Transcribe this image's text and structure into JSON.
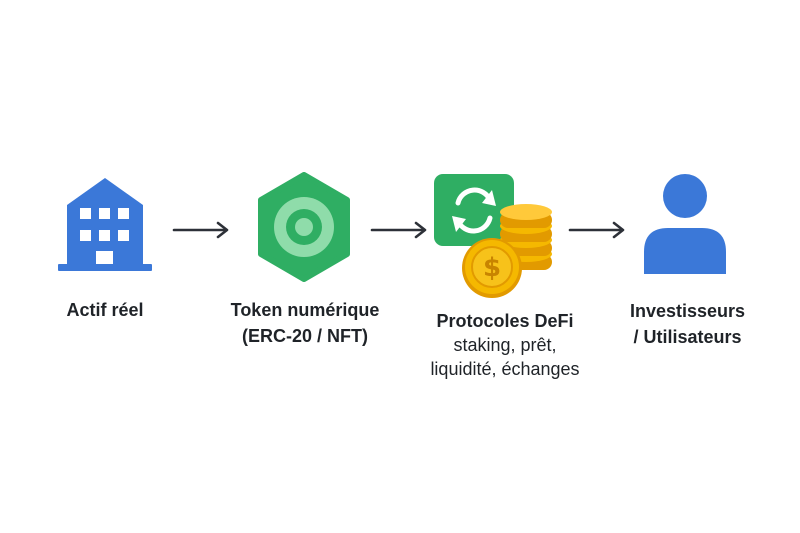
{
  "steps": [
    {
      "icon": "building-icon",
      "title_lines": [
        "Actif réel"
      ],
      "detail_lines": []
    },
    {
      "icon": "token-hexagon-icon",
      "title_lines": [
        "Token numérique",
        "(ERC-20 / NFT)"
      ],
      "detail_lines": []
    },
    {
      "icon": "defi-exchange-coins-icon",
      "title_lines": [
        "Protocoles DeFi"
      ],
      "detail_lines": [
        "staking, prêt,",
        "liquidité, échanges"
      ]
    },
    {
      "icon": "user-icon",
      "title_lines": [
        "Investisseurs",
        "/ Utilisateurs"
      ],
      "detail_lines": []
    }
  ],
  "colors": {
    "blue": "#3b78d8",
    "green": "#2fae63",
    "green_light": "#8fdcaa",
    "gold": "#f5b800",
    "gold_dark": "#e29a00",
    "arrow": "#2d3138",
    "text": "#1f2328"
  }
}
